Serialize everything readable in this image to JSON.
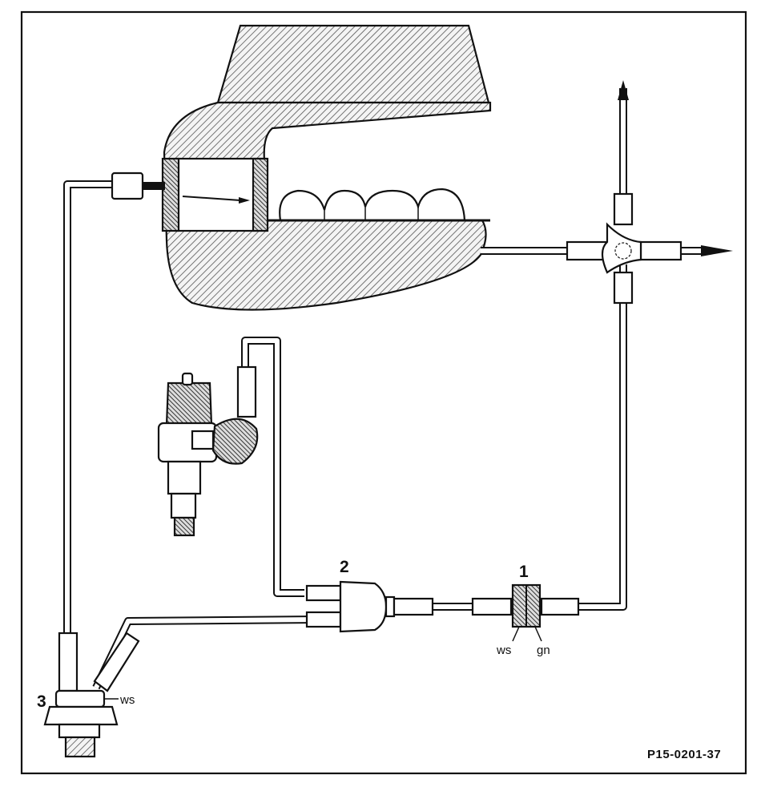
{
  "labels": {
    "valve_1": "1",
    "valve_2": "2",
    "switch_3": "3",
    "ws_valve_1": "ws",
    "gn_valve_1": "gn",
    "ws_switch_3": "ws"
  },
  "figure_code": "P15-0201-37"
}
